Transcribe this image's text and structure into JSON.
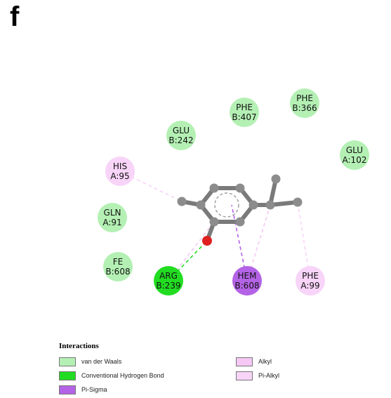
{
  "panel_label": "f",
  "colors": {
    "van_der_waals": "#b4f0b4",
    "conventional_hbond": "#22dc22",
    "pi_sigma": "#b463e6",
    "alkyl": "#f5c8f5",
    "pi_alkyl": "#f8d4f8",
    "atom_carbon": "#8c8c8c",
    "atom_oxygen": "#e02020"
  },
  "residues": [
    {
      "name": "PHE",
      "id": "B:407",
      "type": "van_der_waals"
    },
    {
      "name": "PHE",
      "id": "B:366",
      "type": "van_der_waals"
    },
    {
      "name": "GLU",
      "id": "B:242",
      "type": "van_der_waals"
    },
    {
      "name": "GLU",
      "id": "A:102",
      "type": "van_der_waals"
    },
    {
      "name": "HIS",
      "id": "A:95",
      "type": "pi_alkyl"
    },
    {
      "name": "GLN",
      "id": "A:91",
      "type": "van_der_waals"
    },
    {
      "name": "FE",
      "id": "B:608",
      "type": "van_der_waals"
    },
    {
      "name": "ARG",
      "id": "B:239",
      "type": "conventional_hbond"
    },
    {
      "name": "HEM",
      "id": "B:608",
      "type": "pi_sigma"
    },
    {
      "name": "PHE",
      "id": "A:99",
      "type": "pi_alkyl"
    }
  ],
  "legend": {
    "title": "Interactions",
    "items": [
      {
        "label": "van der Waals",
        "type": "van_der_waals"
      },
      {
        "label": "Conventional Hydrogen Bond",
        "type": "conventional_hbond"
      },
      {
        "label": "Pi-Sigma",
        "type": "pi_sigma"
      },
      {
        "label": "Alkyl",
        "type": "alkyl"
      },
      {
        "label": "Pi-Alkyl",
        "type": "pi_alkyl"
      }
    ]
  }
}
